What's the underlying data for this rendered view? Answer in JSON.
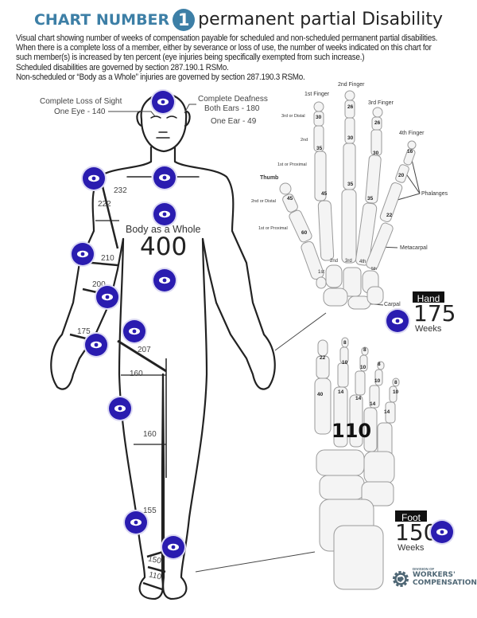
{
  "header": {
    "chart_number_label": "CHART NUMBER",
    "chart_number": "1",
    "title": "permanent partial Disability",
    "description_lines": [
      "Visual chart showing number of weeks of compensation payable for scheduled and non-scheduled permanent partial disabilities.",
      "When there is a complete loss of a member, either by severance or loss of use, the number of weeks indicated on this chart for",
      "such member(s) is increased by ten percent (eye injuries being specifically exempted from such increase.)",
      "Scheduled disabilities are governed by section 287.190.1 RSMo.",
      "Non-scheduled or “Body as a Whole” injuries are governed by section 287.190.3 RSMo."
    ]
  },
  "body": {
    "sight_line1": "Complete Loss of Sight",
    "sight_line2": "One Eye - 140",
    "deaf_line1": "Complete Deafness",
    "deaf_line2": "Both Ears - 180",
    "deaf_line3": "One Ear - 49",
    "body_whole_label": "Body as a Whole",
    "body_whole_value": "400",
    "measurements": [
      "232",
      "222",
      "210",
      "200",
      "175",
      "207",
      "160",
      "160",
      "155",
      "150",
      "110"
    ]
  },
  "hand": {
    "finger_labels": [
      "1st Finger",
      "2nd Finger",
      "3rd Finger",
      "4th Finger",
      "Thumb"
    ],
    "phalanx_labels": [
      "3rd or Distal",
      "2nd",
      "1st or Proximal",
      "2nd or Distal",
      "1st or Proximal"
    ],
    "part_labels": [
      "Phalanges",
      "Metacarpal",
      "Carpal"
    ],
    "metacarpal_labels": [
      "1st",
      "2nd",
      "3rd",
      "4th",
      "5th"
    ],
    "values": [
      "30",
      "35",
      "45",
      "26",
      "30",
      "35",
      "26",
      "30",
      "35",
      "16",
      "20",
      "22",
      "45",
      "60"
    ],
    "box_label": "Hand",
    "weeks_value": "175",
    "weeks_label": "Weeks"
  },
  "foot": {
    "values": [
      "22",
      "40",
      "8",
      "10",
      "14",
      "8",
      "10",
      "14",
      "8",
      "10",
      "14",
      "8",
      "10",
      "14"
    ],
    "foot_value": "110",
    "box_label": "Foot",
    "weeks_value": "150",
    "weeks_label": "Weeks"
  },
  "logo": {
    "line1": "DIVISION OF",
    "line2": "WORKERS'",
    "line3": "COMPENSATION"
  },
  "icons": {
    "marker": "eye-icon"
  },
  "colors": {
    "marker": "#2a1cb0",
    "brand": "#3d7fa6",
    "logo": "#4f6775"
  }
}
